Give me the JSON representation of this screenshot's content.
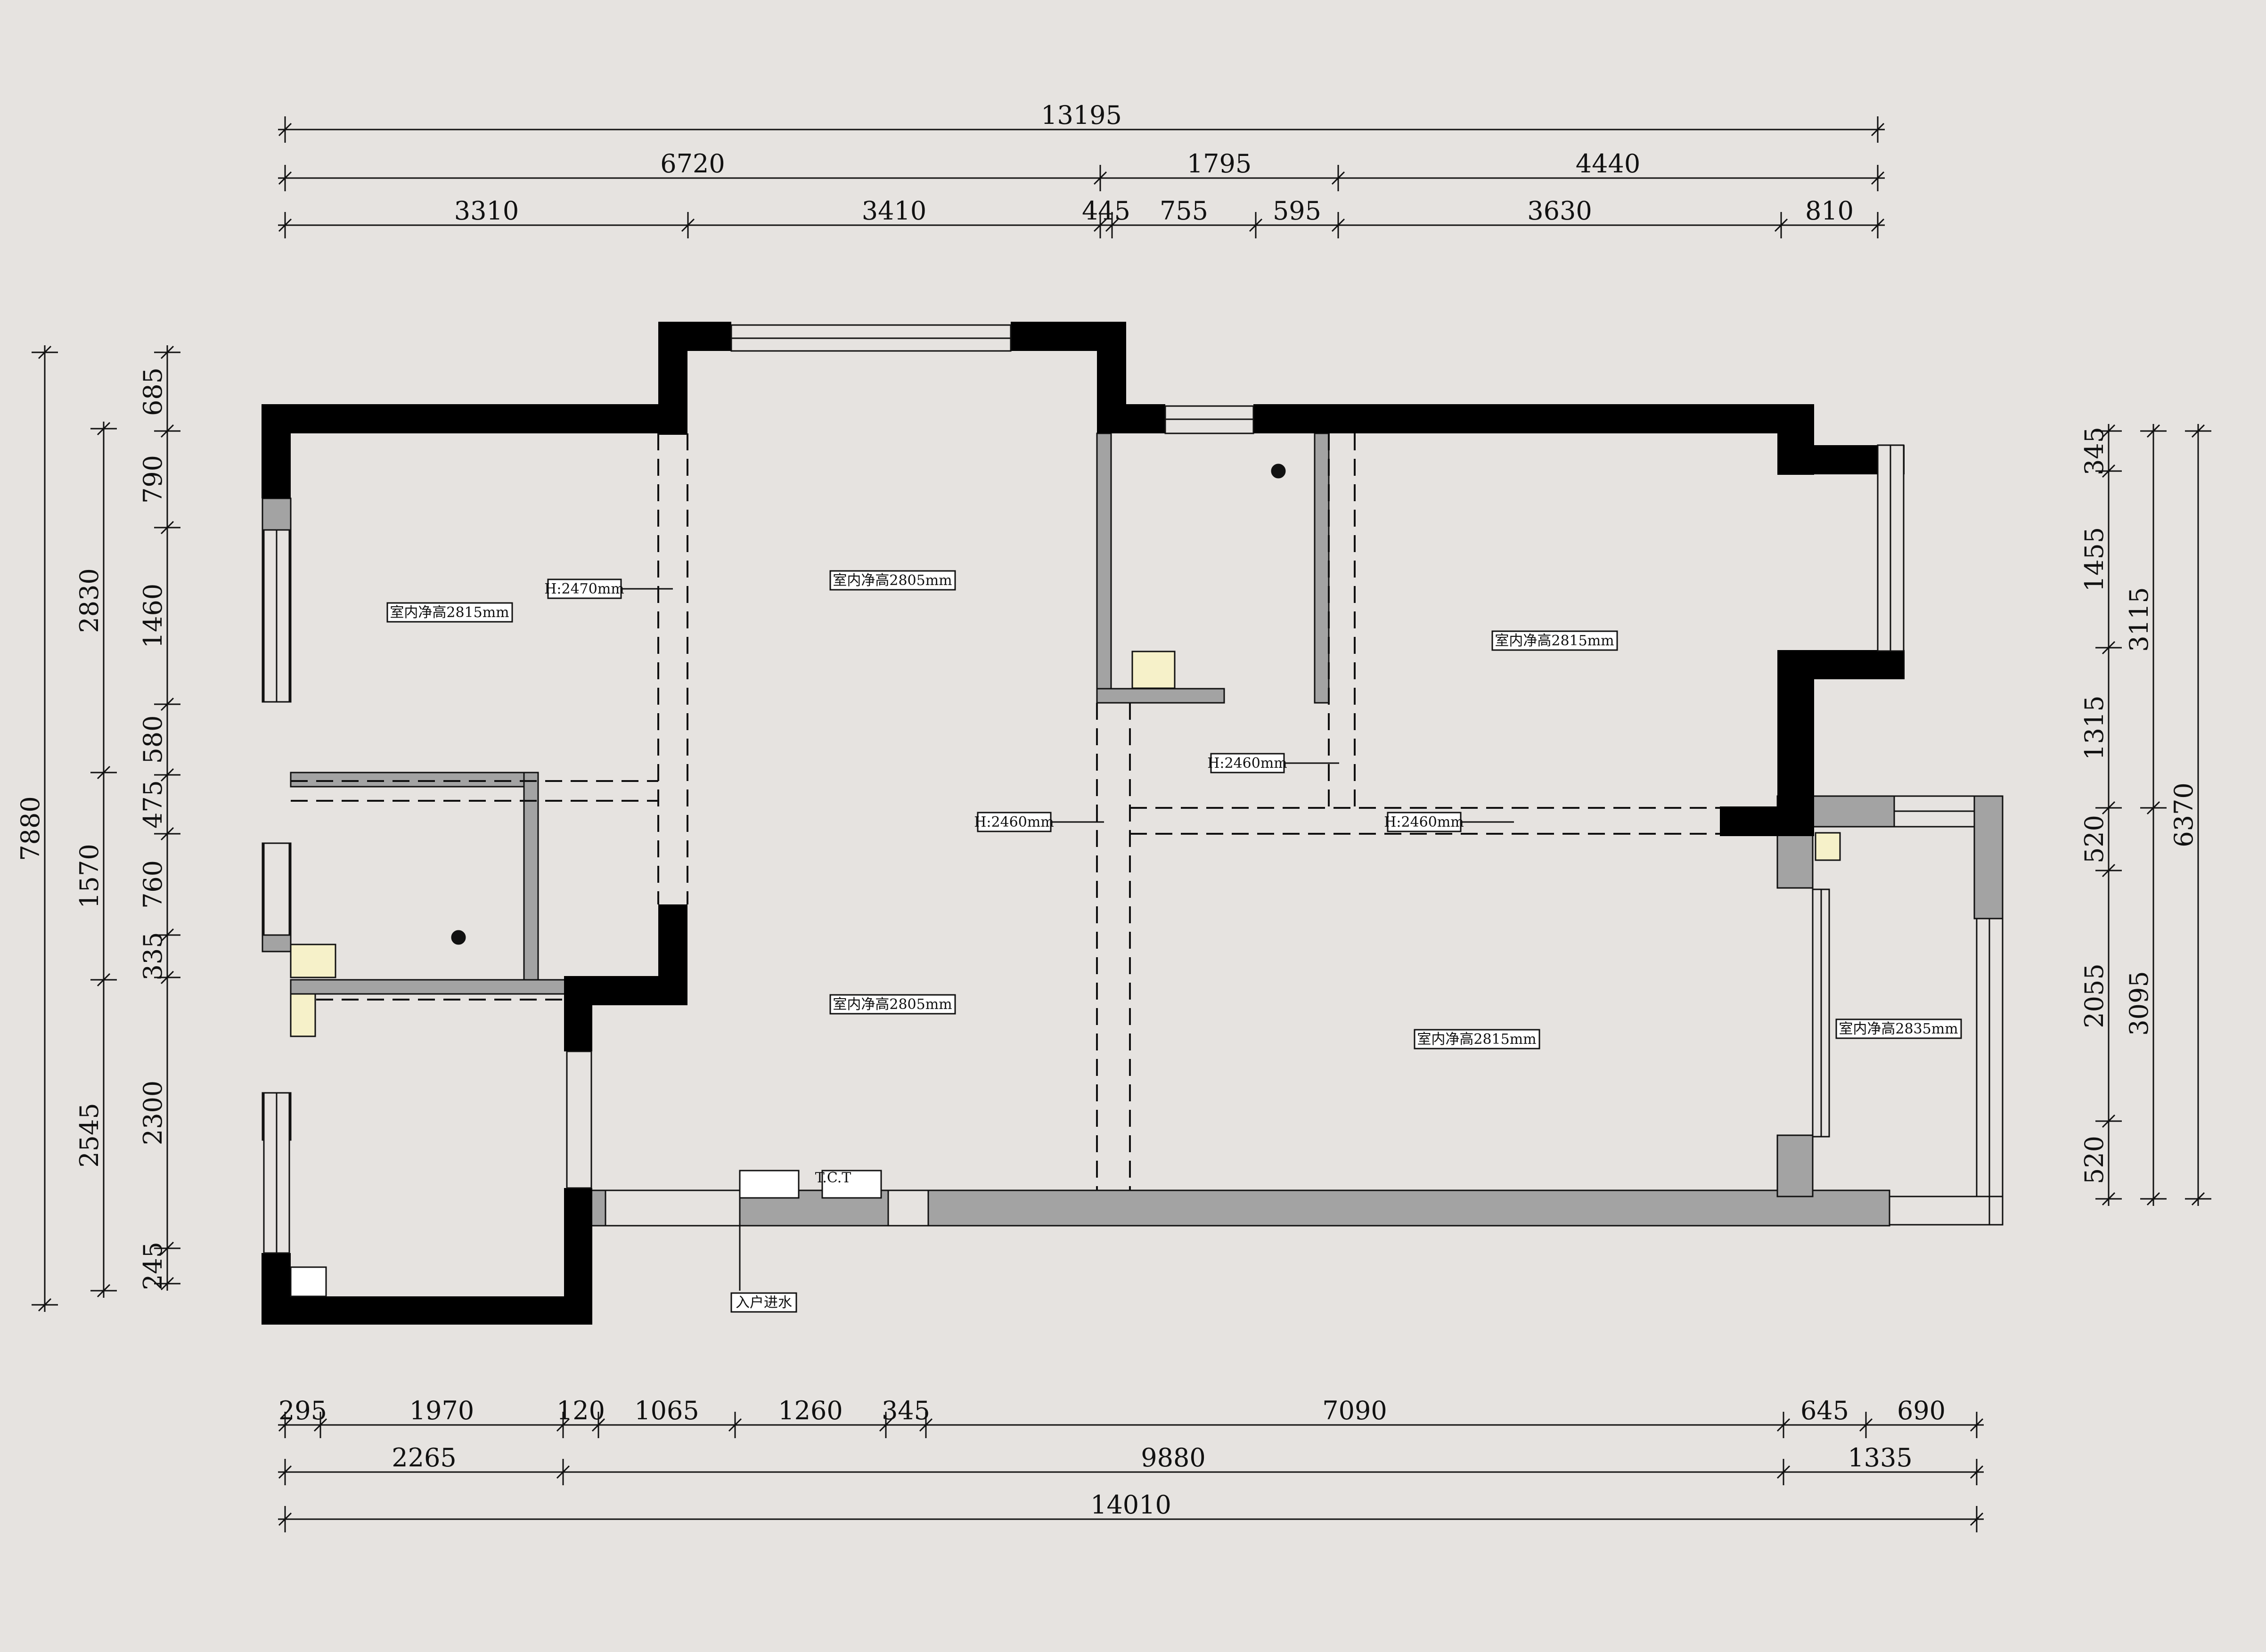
{
  "colors": {
    "background": "#e6e3e0",
    "wall": "#000000",
    "partition": "#a3a3a3",
    "fixture": "#f6f1c9"
  },
  "dimensions": {
    "top_total": "13195",
    "top_row2": [
      "6720",
      "1795",
      "4440"
    ],
    "top_row3": [
      "3310",
      "3410",
      "445",
      "755",
      "595",
      "3630",
      "810"
    ],
    "bottom_row1": [
      "295",
      "1970",
      "120",
      "1065",
      "1260",
      "345",
      "7090",
      "645",
      "690"
    ],
    "bottom_row2": [
      "2265",
      "9880",
      "1335"
    ],
    "bottom_total": "14010",
    "left_total": "7880",
    "left_mid": [
      "2830",
      "1570",
      "2545"
    ],
    "left_inner": [
      "685",
      "790",
      "1460",
      "580",
      "475",
      "760",
      "335",
      "2300",
      "245"
    ],
    "right_inner": [
      "345",
      "1455",
      "1315",
      "520",
      "2055",
      "520"
    ],
    "right_mid": [
      "3115",
      "3095"
    ],
    "right_total": "6370"
  },
  "rooms": {
    "ceiling_height_labels": [
      "室内净高2815mm",
      "室内净高2805mm",
      "室内净高2805mm",
      "室内净高2815mm",
      "室内净高2815mm",
      "室内净高2835mm"
    ],
    "beam_height_labels": [
      "H:2470mm",
      "H:2460mm",
      "H:2460mm",
      "H:2460mm"
    ]
  },
  "annotations": {
    "water_inlet": "入户进水",
    "small_tag": "T.C.T"
  }
}
